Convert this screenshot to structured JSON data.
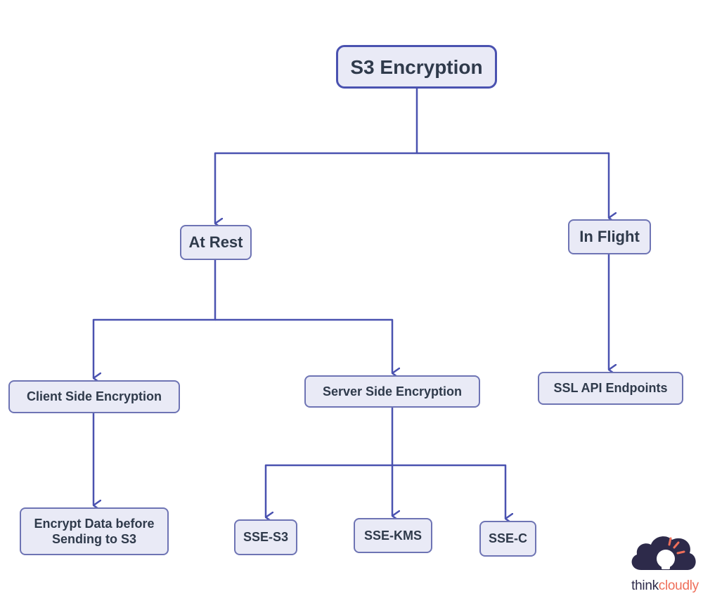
{
  "colors": {
    "connector": "#4a52b0",
    "node_fill": "#e9eaf6",
    "node_border": "#6e74b4",
    "text": "#2f3a4b",
    "logo_dark": "#2d2a4a",
    "logo_accent": "#ef6f5a"
  },
  "nodes": {
    "root": "S3 Encryption",
    "at_rest": "At Rest",
    "in_flight": "In Flight",
    "client_side": "Client Side Encryption",
    "server_side": "Server Side Encryption",
    "ssl": "SSL API Endpoints",
    "encrypt_line1": "Encrypt Data before",
    "encrypt_line2": "Sending to S3",
    "sse_s3": "SSE-S3",
    "sse_kms": "SSE-KMS",
    "sse_c": "SSE-C"
  },
  "logo": {
    "part1": "think",
    "part2": "cloudly",
    "icon": "cloud-lightbulb-icon"
  }
}
